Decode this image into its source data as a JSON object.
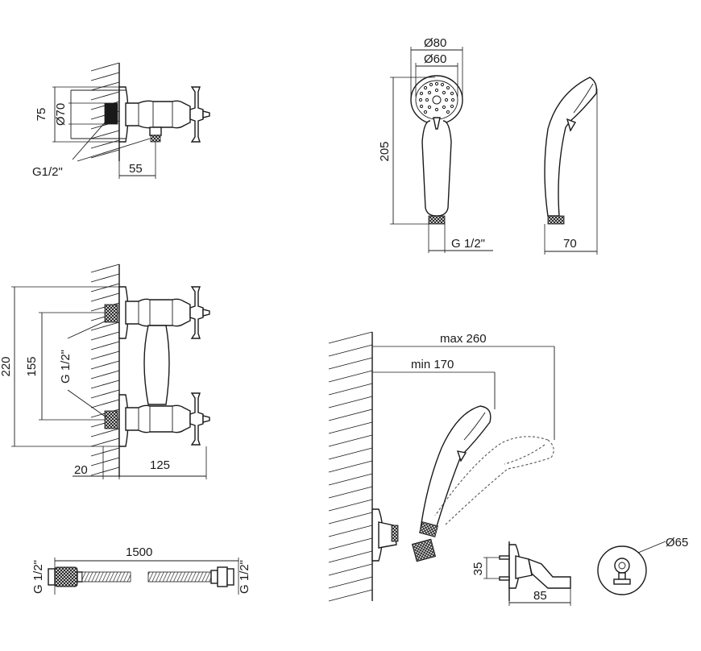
{
  "labels": {
    "top_left": {
      "height": "75",
      "diameter": "Ø70",
      "thread": "G1/2\"",
      "depth": "55"
    },
    "mid_left": {
      "total_height": "220",
      "spacing": "155",
      "thread": "G 1/2\"",
      "wall": "20",
      "depth": "125"
    },
    "hose": {
      "length": "1500",
      "thread_left": "G 1/2\"",
      "thread_right": "G 1/2\""
    },
    "shower_head": {
      "outer_diameter": "Ø80",
      "inner_diameter": "Ø60",
      "length": "205",
      "thread": "G 1/2\""
    },
    "shower_side": {
      "width": "70"
    },
    "holder_reach": {
      "max": "max 260",
      "min": "min 170"
    },
    "holder_bracket": {
      "height": "35",
      "depth": "85",
      "diameter": "Ø65"
    }
  }
}
